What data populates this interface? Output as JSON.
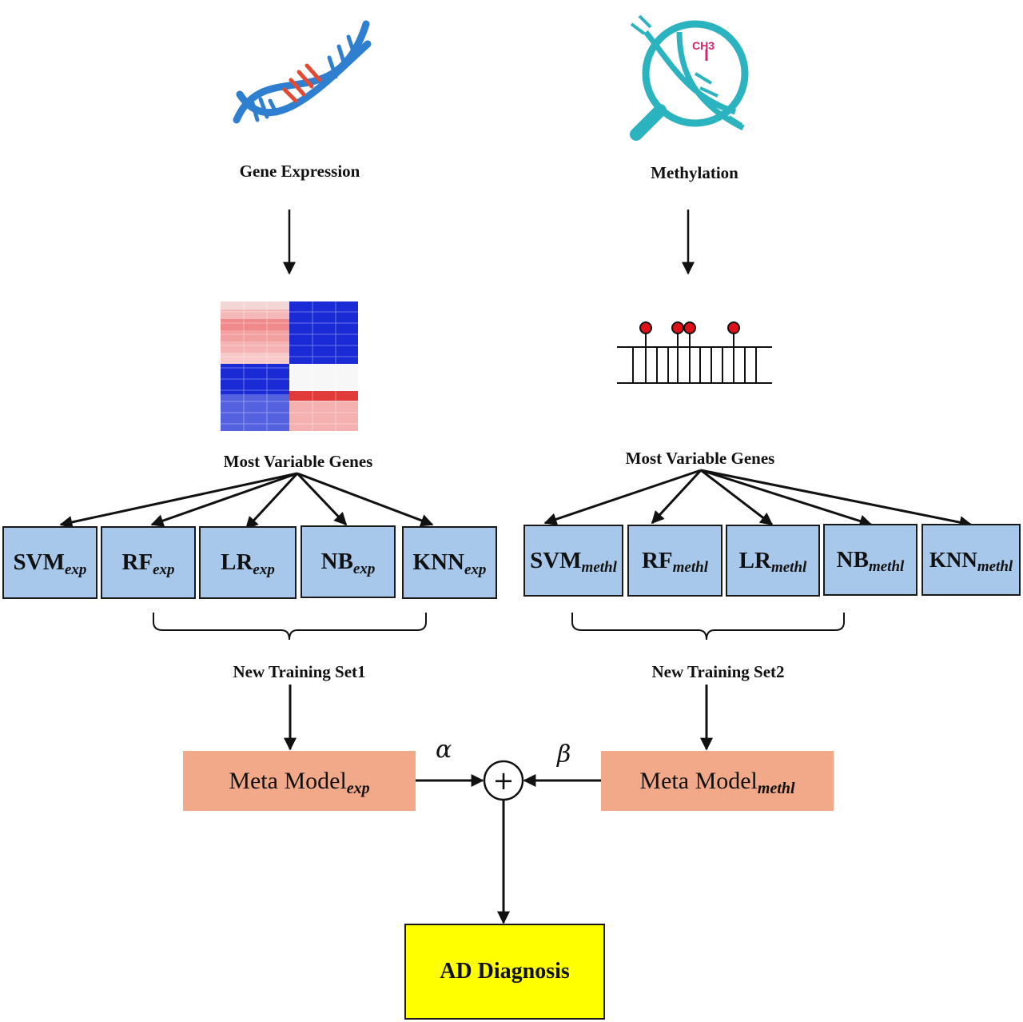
{
  "sources": {
    "gene_expression": "Gene Expression",
    "methylation": "Methylation",
    "methyl_icon_text": "CH3"
  },
  "left": {
    "features_label": "Most Variable Genes",
    "models": [
      {
        "name": "SVM",
        "sub": "exp"
      },
      {
        "name": "RF",
        "sub": "exp"
      },
      {
        "name": "LR",
        "sub": "exp"
      },
      {
        "name": "NB",
        "sub": "exp"
      },
      {
        "name": "KNN",
        "sub": "exp"
      }
    ],
    "training_set": "New Training Set1",
    "meta": {
      "name": "Meta Model",
      "sub": "exp"
    },
    "weight": "α"
  },
  "right": {
    "features_label": "Most Variable Genes",
    "models": [
      {
        "name": "SVM",
        "sub": "methl"
      },
      {
        "name": "RF",
        "sub": "methl"
      },
      {
        "name": "LR",
        "sub": "methl"
      },
      {
        "name": "NB",
        "sub": "methl"
      },
      {
        "name": "KNN",
        "sub": "methl"
      }
    ],
    "training_set": "New Training Set2",
    "meta": {
      "name": "Meta Model",
      "sub": "methl"
    },
    "weight": "β"
  },
  "combine_symbol": "+",
  "output": "AD Diagnosis",
  "colors": {
    "model_box": "#a7c8eb",
    "meta_box": "#f2a98a",
    "output_box": "#ffff00",
    "dna_blue": "#2f7fd0",
    "dna_red": "#e34a33",
    "methyl_teal": "#2bb3c0",
    "methyl_magenta": "#d6246e",
    "heatmap_blue": "#1a2bd6",
    "heatmap_red": "#e03a3a"
  }
}
